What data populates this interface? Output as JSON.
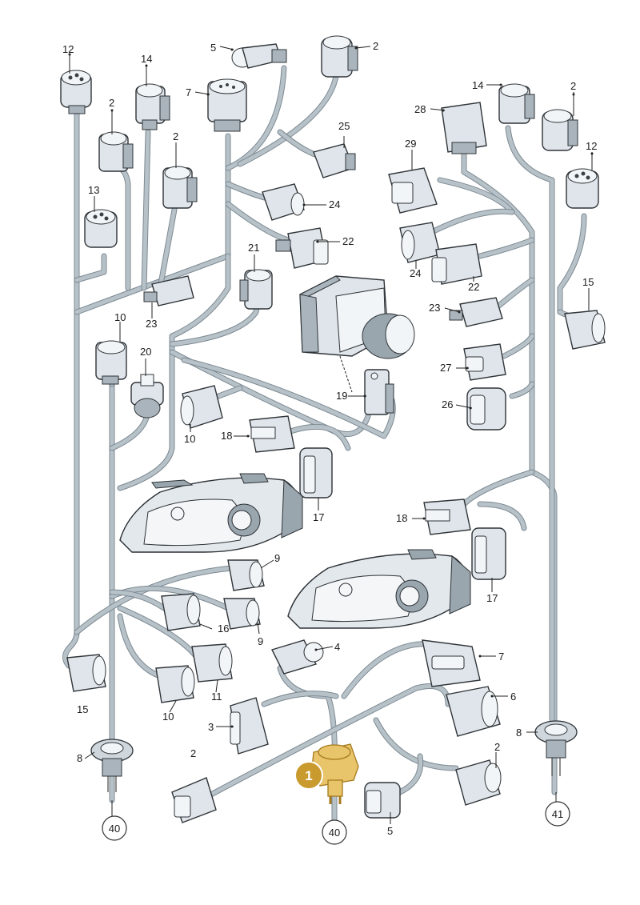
{
  "diagram": {
    "highlight": {
      "label": "1",
      "color": "#c99a2e"
    },
    "callouts": [
      "12",
      "14",
      "2",
      "13",
      "2",
      "5",
      "7",
      "2",
      "25",
      "24",
      "22",
      "21",
      "23",
      "10",
      "20",
      "10",
      "18",
      "17",
      "19",
      "16",
      "9",
      "9",
      "15",
      "10",
      "11",
      "4",
      "3",
      "2",
      "7",
      "6",
      "8",
      "2",
      "5",
      "28",
      "29",
      "14",
      "2",
      "12",
      "24",
      "22",
      "15",
      "23",
      "27",
      "26",
      "18",
      "17",
      "8"
    ],
    "ref_circles": [
      "40",
      "40",
      "41"
    ]
  }
}
